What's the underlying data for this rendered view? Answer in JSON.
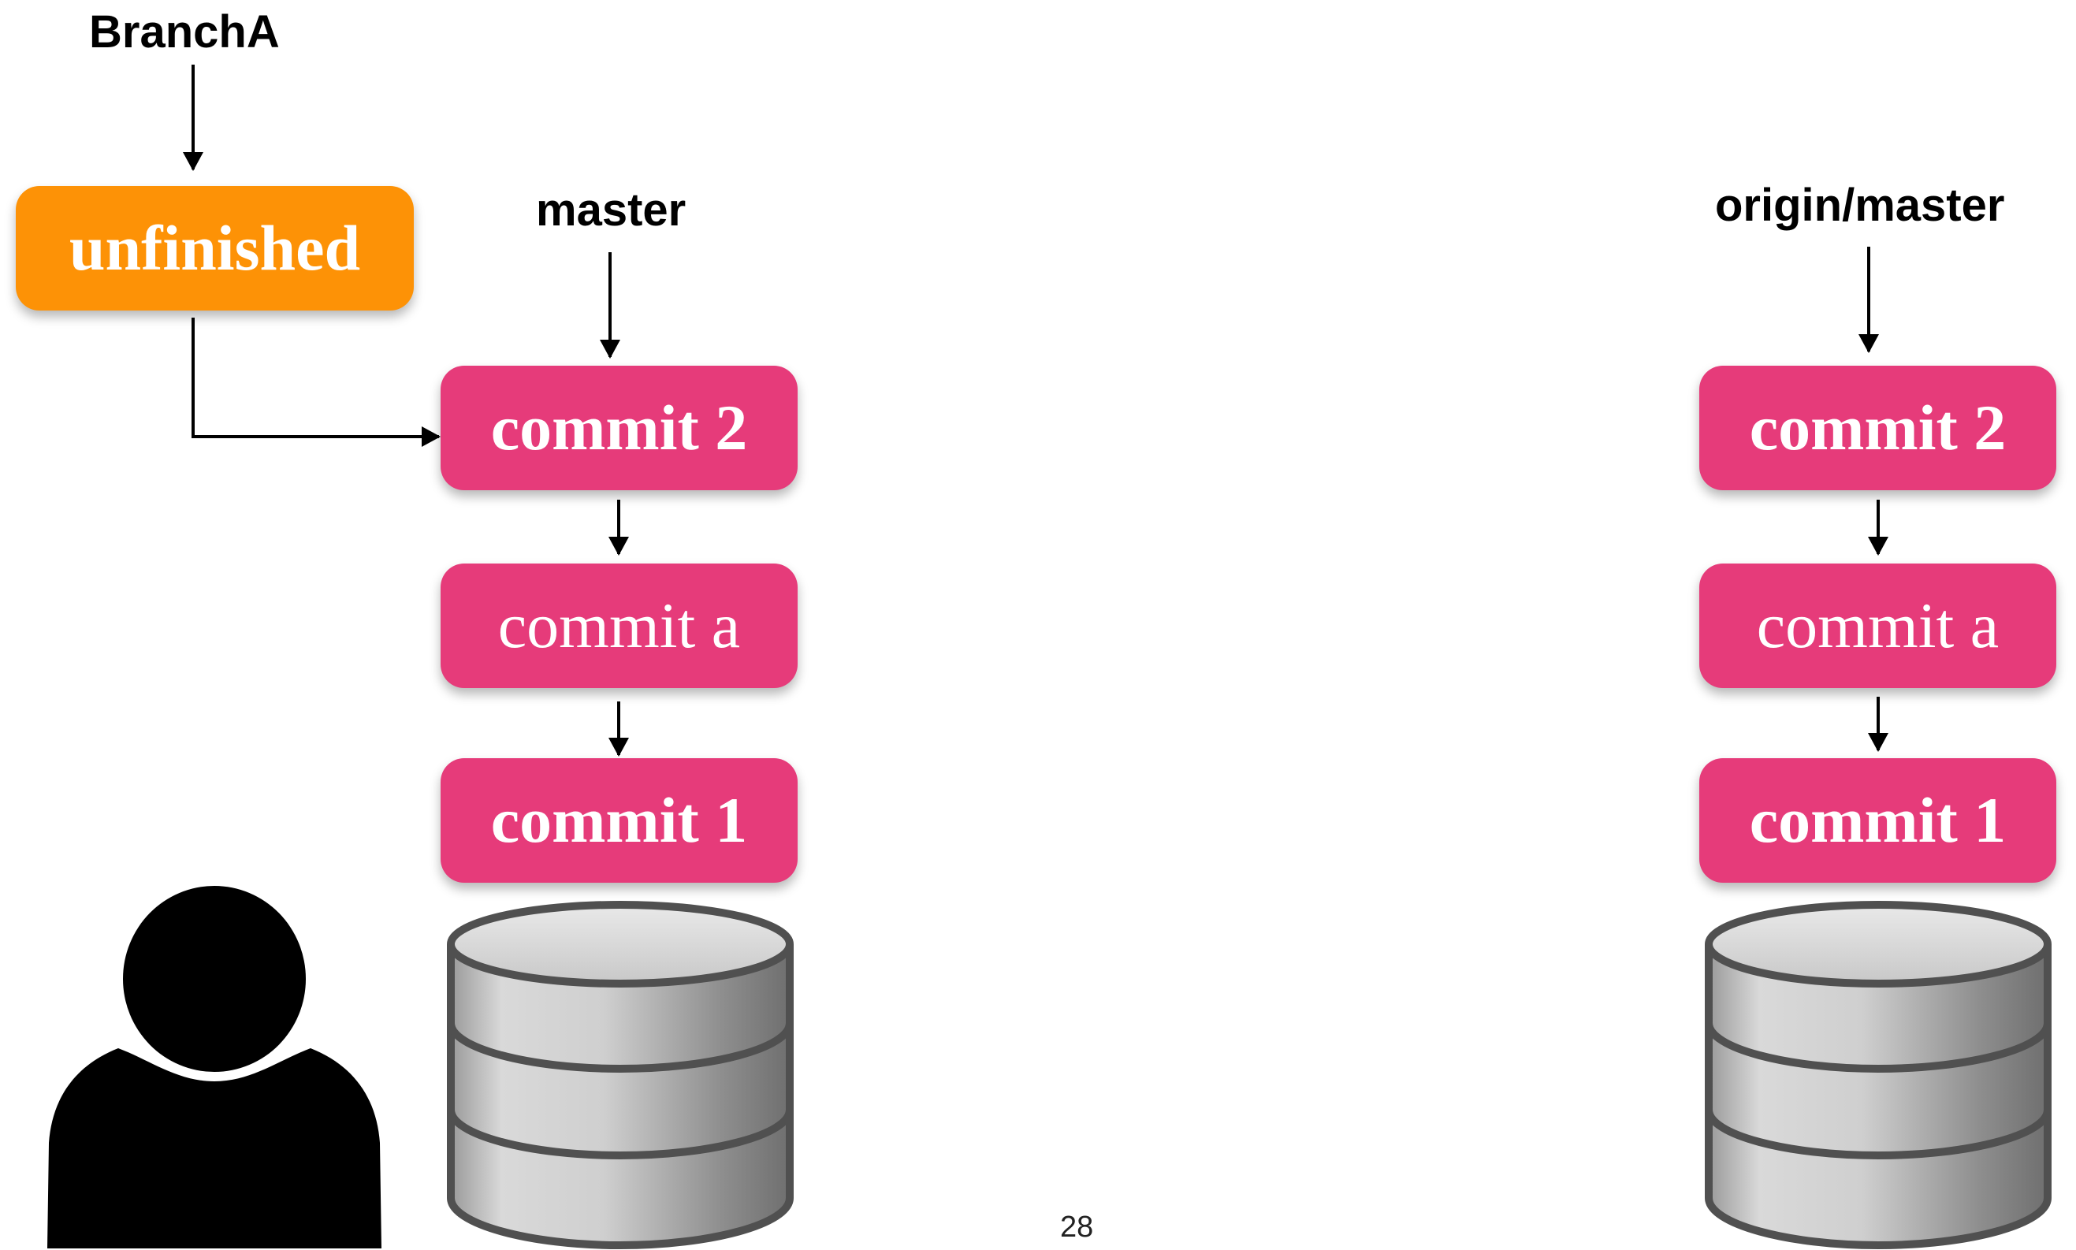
{
  "labels": {
    "branch_a": "BranchA",
    "master": "master",
    "origin_master": "origin/master"
  },
  "nodes": {
    "unfinished": "unfinished",
    "local_commits": [
      "commit 2",
      "commit a",
      "commit 1"
    ],
    "remote_commits": [
      "commit 2",
      "commit a",
      "commit 1"
    ]
  },
  "page_number": "28",
  "icons": {
    "user": "user-silhouette-icon",
    "local_repo": "database-icon",
    "remote_repo": "database-icon"
  },
  "colors": {
    "commit": "#e63b7a",
    "branch": "#fd9206",
    "arrow": "#000000"
  }
}
